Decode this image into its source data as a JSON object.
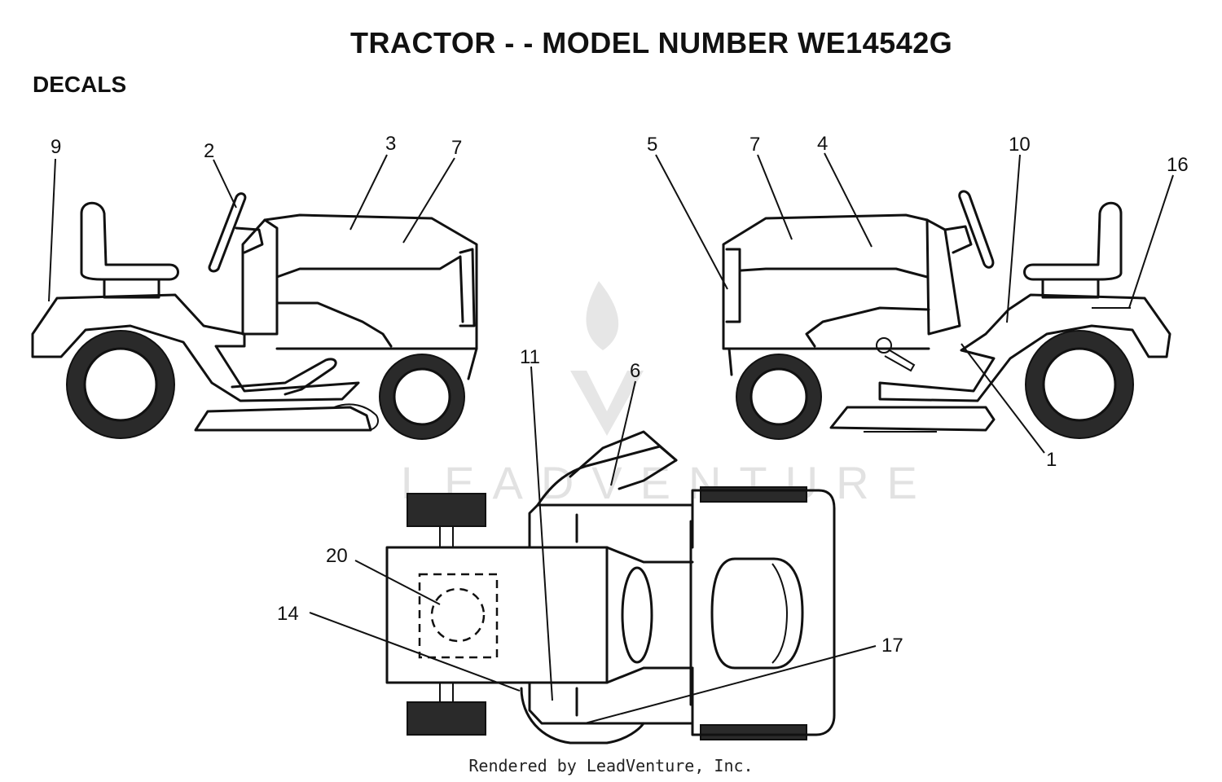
{
  "page": {
    "title": "TRACTOR - - MODEL NUMBER WE14542G",
    "section": "DECALS",
    "footer": "Rendered by LeadVenture, Inc.",
    "watermark": "LEADVENTURE"
  },
  "callouts": {
    "c9": "9",
    "c2": "2",
    "c3": "3",
    "c7a": "7",
    "c5": "5",
    "c7b": "7",
    "c4": "4",
    "c10": "10",
    "c16": "16",
    "c1": "1",
    "c11": "11",
    "c6": "6",
    "c20": "20",
    "c14": "14",
    "c17": "17"
  }
}
